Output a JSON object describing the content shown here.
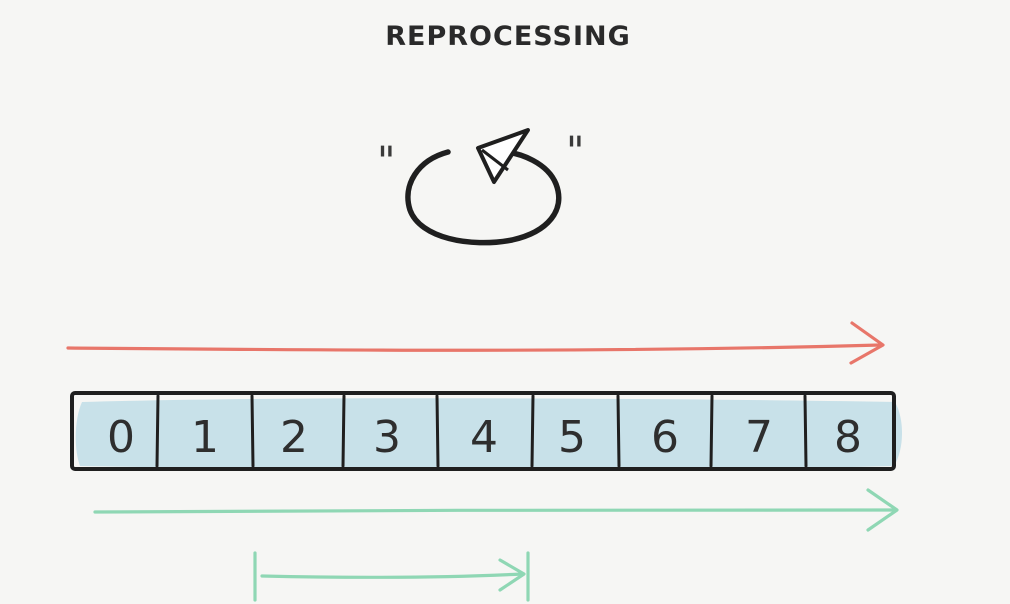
{
  "title": "REPROCESSING",
  "quote_open": "\"",
  "quote_close": "\"",
  "icon": "loop-arrow-icon",
  "cells": [
    "0",
    "1",
    "2",
    "3",
    "4",
    "5",
    "6",
    "7",
    "8"
  ],
  "colors": {
    "top_arrow": "#e8766a",
    "green_arrow": "#8fd7b4",
    "cell_fill": "#bfdde6",
    "ink": "#1f1f1f",
    "background": "#f6f6f4"
  }
}
